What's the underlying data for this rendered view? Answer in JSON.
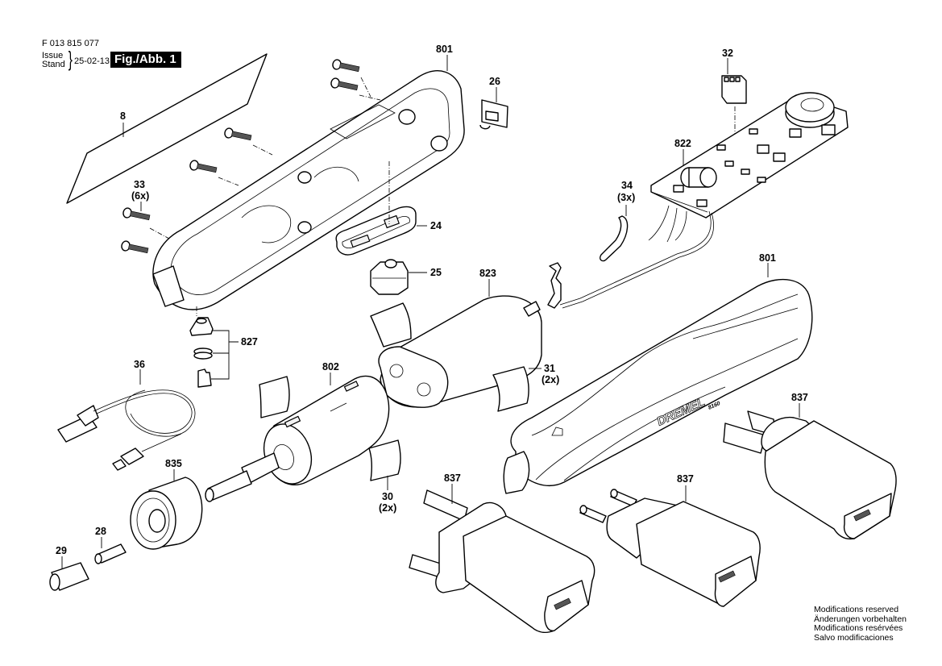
{
  "header": {
    "document_number": "F 013 815 077",
    "issue_label_en": "Issue",
    "issue_label_de": "Stand",
    "issue_date": "25-02-13",
    "figure_label": "Fig./Abb. 1"
  },
  "footer": {
    "modifications": [
      "Modifications reserved",
      "Änderungen vorbehalten",
      "Modifications resérvées",
      "Salvo modificaciones"
    ]
  },
  "product_marking": {
    "brand": "DREMEL",
    "model": "8160"
  },
  "parts": [
    {
      "number": "8",
      "qty": "",
      "description": "sheet / label"
    },
    {
      "number": "801",
      "qty": "",
      "description": "housing half (left)"
    },
    {
      "number": "801",
      "qty": "",
      "description": "housing half (right)"
    },
    {
      "number": "26",
      "qty": "",
      "description": "clip"
    },
    {
      "number": "32",
      "qty": "",
      "description": "connector"
    },
    {
      "number": "822",
      "qty": "",
      "description": "circuit board"
    },
    {
      "number": "33",
      "qty": "(6x)",
      "description": "screw"
    },
    {
      "number": "34",
      "qty": "(3x)",
      "description": "sleeve"
    },
    {
      "number": "24",
      "qty": "",
      "description": "switch cover"
    },
    {
      "number": "25",
      "qty": "",
      "description": "button"
    },
    {
      "number": "823",
      "qty": "",
      "description": "battery pack"
    },
    {
      "number": "827",
      "qty": "",
      "description": "lock button set"
    },
    {
      "number": "36",
      "qty": "",
      "description": "USB cable"
    },
    {
      "number": "802",
      "qty": "",
      "description": "motor"
    },
    {
      "number": "31",
      "qty": "(2x)",
      "description": "battery pad"
    },
    {
      "number": "30",
      "qty": "(2x)",
      "description": "motor pad"
    },
    {
      "number": "835",
      "qty": "",
      "description": "nose cap"
    },
    {
      "number": "28",
      "qty": "",
      "description": "collet"
    },
    {
      "number": "29",
      "qty": "",
      "description": "collet nut"
    },
    {
      "number": "837",
      "qty": "",
      "description": "charger (UK)"
    },
    {
      "number": "837",
      "qty": "",
      "description": "charger (EU)"
    },
    {
      "number": "837",
      "qty": "",
      "description": "charger (other)"
    }
  ]
}
